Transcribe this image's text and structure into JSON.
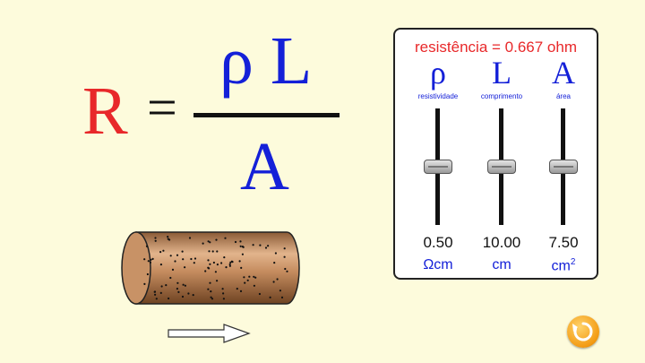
{
  "formula": {
    "resistance_symbol": "R",
    "equals": "=",
    "numerator": "ρ L",
    "denominator": "A"
  },
  "panel": {
    "resistance_label": "resistência = 0.667 ohm",
    "columns": [
      {
        "symbol": "ρ",
        "name": "resistividade",
        "value": "0.50",
        "unit": "Ωcm",
        "unit_sup": "",
        "level": 0.5
      },
      {
        "symbol": "L",
        "name": "comprimento",
        "value": "10.00",
        "unit": "cm",
        "unit_sup": "",
        "level": 0.5
      },
      {
        "symbol": "A",
        "name": "área",
        "value": "7.50",
        "unit": "cm",
        "unit_sup": "2",
        "level": 0.5
      }
    ]
  },
  "colors": {
    "background": "#fdfbdc",
    "red": "#e8282a",
    "blue": "#1420d8",
    "wire": "#c08a5c",
    "reset": "#f39b14"
  },
  "icons": {
    "reset": "refresh-icon",
    "direction": "arrow-right-icon"
  }
}
